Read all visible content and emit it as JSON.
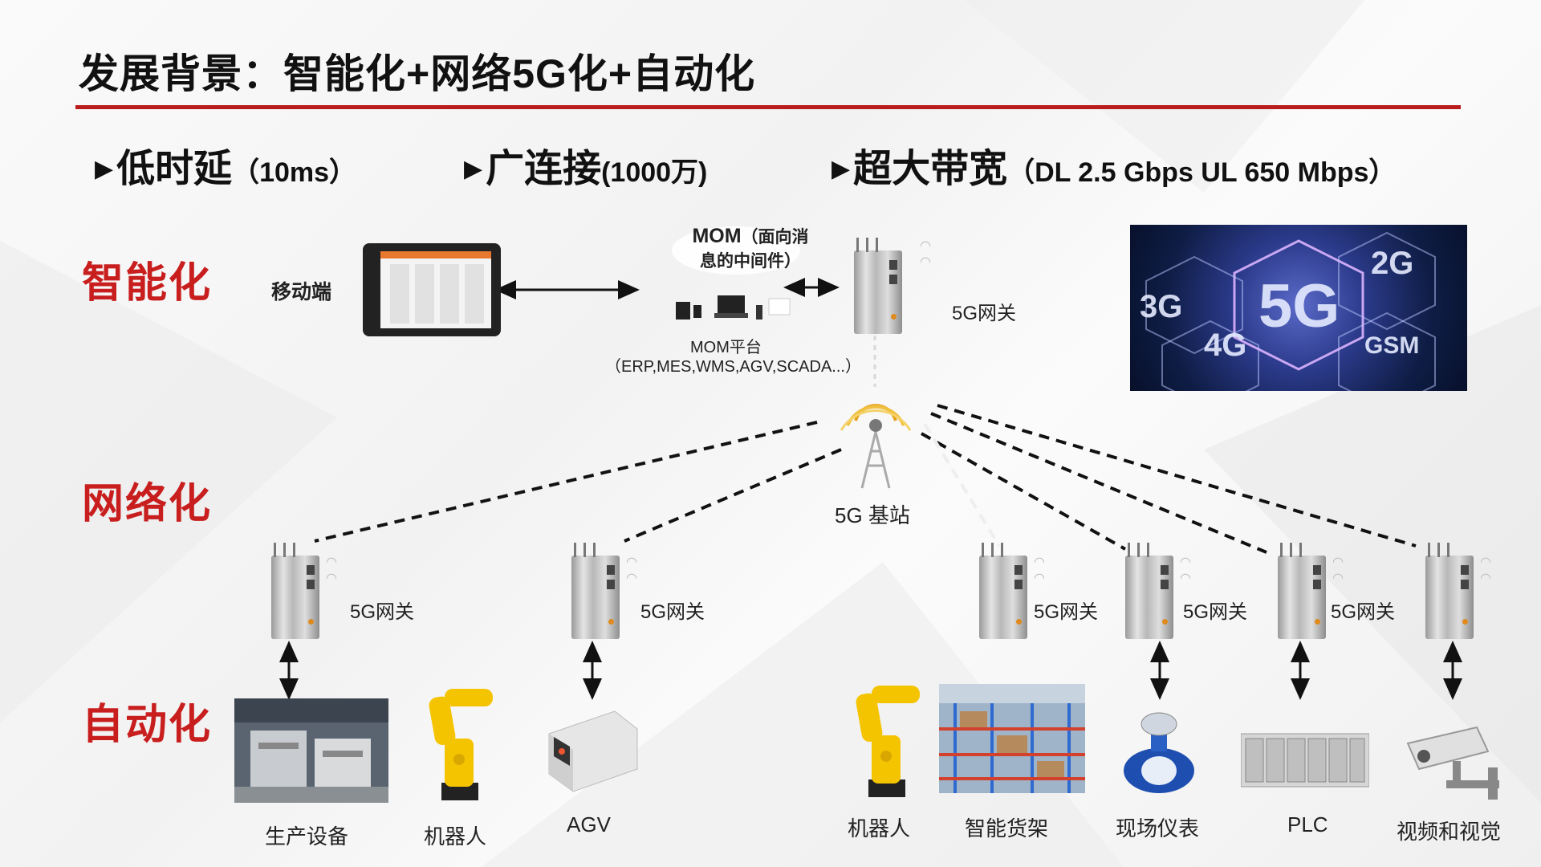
{
  "title": "发展背景：智能化+网络5G化+自动化",
  "features": [
    {
      "main": "低时延",
      "sub": "（10ms）"
    },
    {
      "main": "广连接",
      "sub": "(1000万)"
    },
    {
      "main": "超大带宽",
      "sub": "（DL 2.5 Gbps  UL 650 Mbps）"
    }
  ],
  "layers": {
    "intelligence": "智能化",
    "network": "网络化",
    "automation": "自动化"
  },
  "top": {
    "mobile_label": "移动端",
    "mom_title": "MOM",
    "mom_sub_line1": "（面向消",
    "mom_sub_line2": "息的中间件）",
    "mom_platform": "MOM平台",
    "mom_systems": "（ERP,MES,WMS,AGV,SCADA...）",
    "gateway_label": "5G网关"
  },
  "image_5g": {
    "main": "5G",
    "g2": "2G",
    "g3": "3G",
    "g4": "4G",
    "gsm": "GSM"
  },
  "base_station": "5G 基站",
  "gateways": [
    {
      "label": "5G网关"
    },
    {
      "label": "5G网关"
    },
    {
      "label": "5G网关"
    },
    {
      "label": "5G网关"
    },
    {
      "label": "5G网关"
    },
    {
      "label": ""
    }
  ],
  "devices": [
    {
      "label": "生产设备"
    },
    {
      "label": "机器人"
    },
    {
      "label": "AGV"
    },
    {
      "label": "机器人"
    },
    {
      "label": "智能货架"
    },
    {
      "label": "现场仪表"
    },
    {
      "label": "PLC"
    },
    {
      "label": "视频和视觉"
    }
  ],
  "colors": {
    "accent_red": "#c81e1e",
    "rule_red": "#b91c1c"
  }
}
